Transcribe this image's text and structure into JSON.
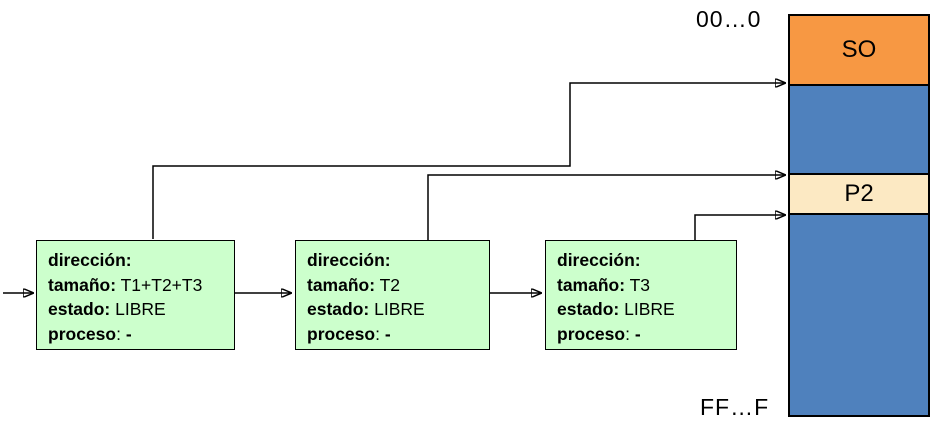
{
  "memory_map": {
    "top_address_label": "00…0",
    "bottom_address_label": "FF…F",
    "segments": [
      {
        "name": "so-segment",
        "label": "SO",
        "color": "#F79843"
      },
      {
        "name": "free-segment-1",
        "label": "",
        "color": "#4F81BD"
      },
      {
        "name": "p2-segment",
        "label": "P2",
        "color": "#FCE9C3"
      },
      {
        "name": "free-segment-2",
        "label": "",
        "color": "#4F81BD"
      }
    ]
  },
  "free_list_nodes": [
    {
      "fields": [
        {
          "label": "dirección:",
          "value": ""
        },
        {
          "label": "tamaño:",
          "value": " T1+T2+T3"
        },
        {
          "label": "estado:",
          "value": " LIBRE"
        },
        {
          "label": "proceso",
          "value": ": ",
          "bold_suffix": "-"
        }
      ]
    },
    {
      "fields": [
        {
          "label": "dirección:",
          "value": ""
        },
        {
          "label": "tamaño:",
          "value": " T2"
        },
        {
          "label": "estado:",
          "value": " LIBRE"
        },
        {
          "label": "proceso",
          "value": ": ",
          "bold_suffix": "-"
        }
      ]
    },
    {
      "fields": [
        {
          "label": "dirección:",
          "value": ""
        },
        {
          "label": "tamaño:",
          "value": " T3"
        },
        {
          "label": "estado:",
          "value": " LIBRE"
        },
        {
          "label": "proceso",
          "value": ": ",
          "bold_suffix": "-"
        }
      ]
    }
  ],
  "colors": {
    "node_fill": "#CCFFCC",
    "so_fill": "#F79843",
    "process_p2_fill": "#FCE9C3",
    "occupied_free_fill": "#4F81BD",
    "line_color": "#000000"
  }
}
